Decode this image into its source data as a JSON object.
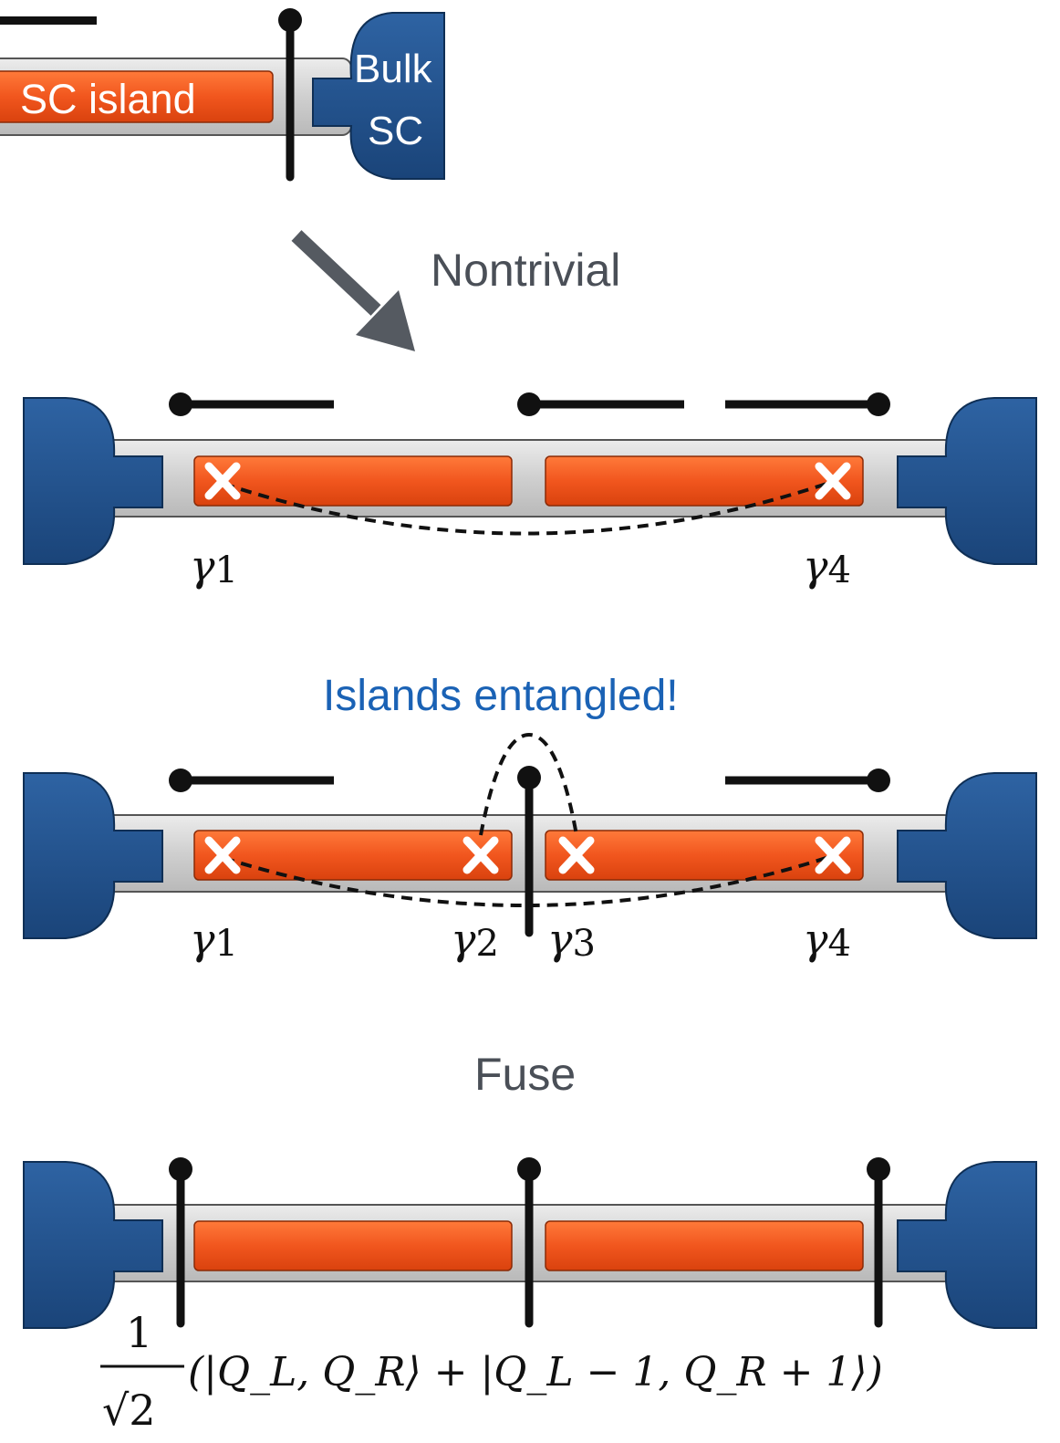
{
  "labels": {
    "sc_island": "SC island",
    "bulk_sc_line1": "Bulk",
    "bulk_sc_line2": "SC",
    "nontrivial": "Nontrivial",
    "islands_entangled": "Islands entangled!",
    "fuse": "Fuse"
  },
  "majorana_labels": {
    "g1": "γ",
    "g1_sub": "1",
    "g2": "γ",
    "g2_sub": "2",
    "g3": "γ",
    "g3_sub": "3",
    "g4": "γ",
    "g4_sub": "4"
  },
  "formula": {
    "numerator": "1",
    "denominator": "√2",
    "ket": "(|Q_L, Q_R⟩ + |Q_L − 1, Q_R + 1⟩)"
  },
  "colors": {
    "island_orange": "#F1561E",
    "bulk_blue": "#1F4F87",
    "wire_gray": "#C9C9C9",
    "gate_black": "#111111",
    "accent_blue": "#1A62B5",
    "label_gray": "#4A4F57"
  }
}
